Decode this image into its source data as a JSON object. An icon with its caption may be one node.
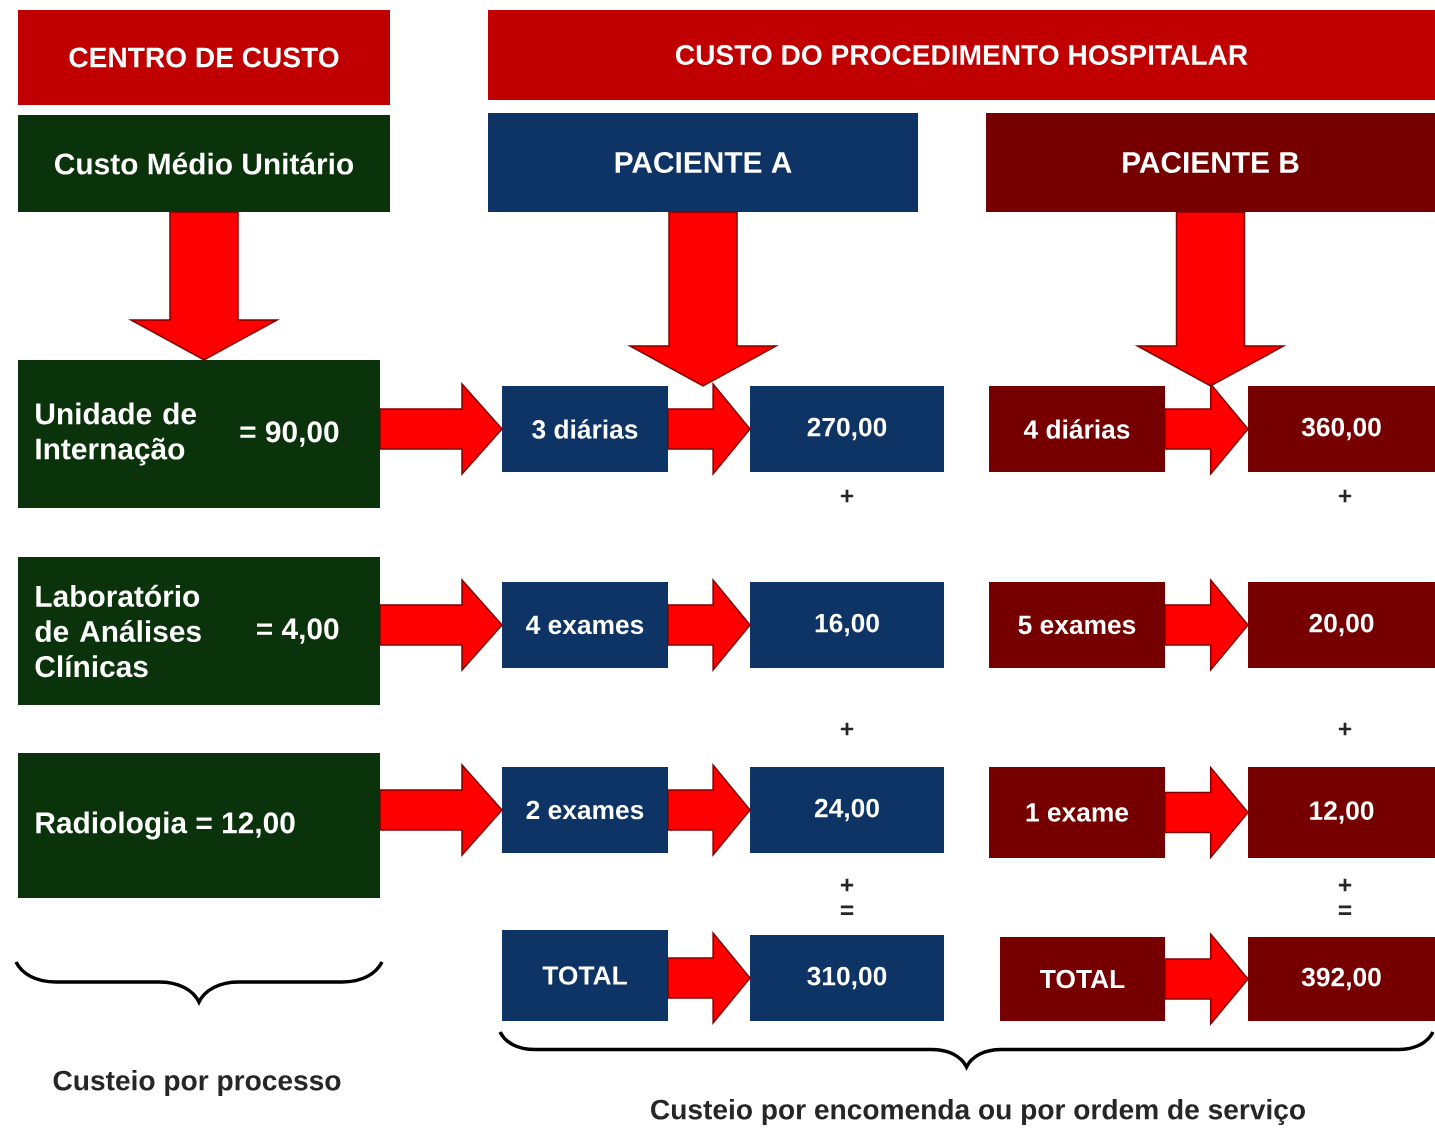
{
  "diagram": {
    "nodes": [
      {
        "text": [
          "CENTRO DE CUSTO"
        ]
      },
      {
        "text": [
          "CUSTO DO PROCEDIMENTO HOSPITALAR"
        ]
      },
      {
        "text": [
          "Custo Médio Unitário"
        ]
      },
      {
        "text": [
          "PACIENTE A"
        ]
      },
      {
        "text": [
          "PACIENTE B"
        ]
      },
      {
        "text": [
          "Unidade de Internação",
          "= 90,00"
        ]
      },
      {
        "text": [
          "Laboratório de Análises Clínicas",
          "= 4,00"
        ]
      },
      {
        "text": [
          "Radiologia = 12,00"
        ]
      },
      {
        "text": [
          "3 diárias"
        ]
      },
      {
        "text": [
          "270,00"
        ]
      },
      {
        "text": [
          "4 diárias"
        ]
      },
      {
        "text": [
          "360,00"
        ]
      },
      {
        "text": [
          "4 exames"
        ]
      },
      {
        "text": [
          "16,00"
        ]
      },
      {
        "text": [
          "5 exames"
        ]
      },
      {
        "text": [
          "20,00"
        ]
      },
      {
        "text": [
          "2 exames"
        ]
      },
      {
        "text": [
          "24,00"
        ]
      },
      {
        "text": [
          "1 exame"
        ]
      },
      {
        "text": [
          "12,00"
        ]
      },
      {
        "text": [
          "TOTAL"
        ]
      },
      {
        "text": [
          "310,00"
        ]
      },
      {
        "text": [
          "TOTAL"
        ]
      },
      {
        "text": [
          "392,00"
        ]
      }
    ],
    "edges": [
      {
        "from": 2,
        "to": 5,
        "arrow": "to"
      },
      {
        "from": 3,
        "to": 8,
        "arrow": "to"
      },
      {
        "from": 4,
        "to": 10,
        "arrow": "to"
      },
      {
        "from": 5,
        "to": 8,
        "arrow": "to"
      },
      {
        "from": 8,
        "to": 9,
        "arrow": "to"
      },
      {
        "from": 10,
        "to": 11,
        "arrow": "to"
      },
      {
        "from": 6,
        "to": 12,
        "arrow": "to"
      },
      {
        "from": 12,
        "to": 13,
        "arrow": "to"
      },
      {
        "from": 14,
        "to": 15,
        "arrow": "to"
      },
      {
        "from": 7,
        "to": 16,
        "arrow": "to"
      },
      {
        "from": 16,
        "to": 17,
        "arrow": "to"
      },
      {
        "from": 18,
        "to": 19,
        "arrow": "to"
      },
      {
        "from": 20,
        "to": 21,
        "arrow": "to"
      },
      {
        "from": 22,
        "to": 23,
        "arrow": "to"
      }
    ],
    "labels": [
      "+",
      "+",
      "+",
      "+",
      "+",
      "+",
      "=",
      "=",
      "Custeio por processo",
      "Custeio por encomenda ou por ordem de serviço"
    ]
  }
}
